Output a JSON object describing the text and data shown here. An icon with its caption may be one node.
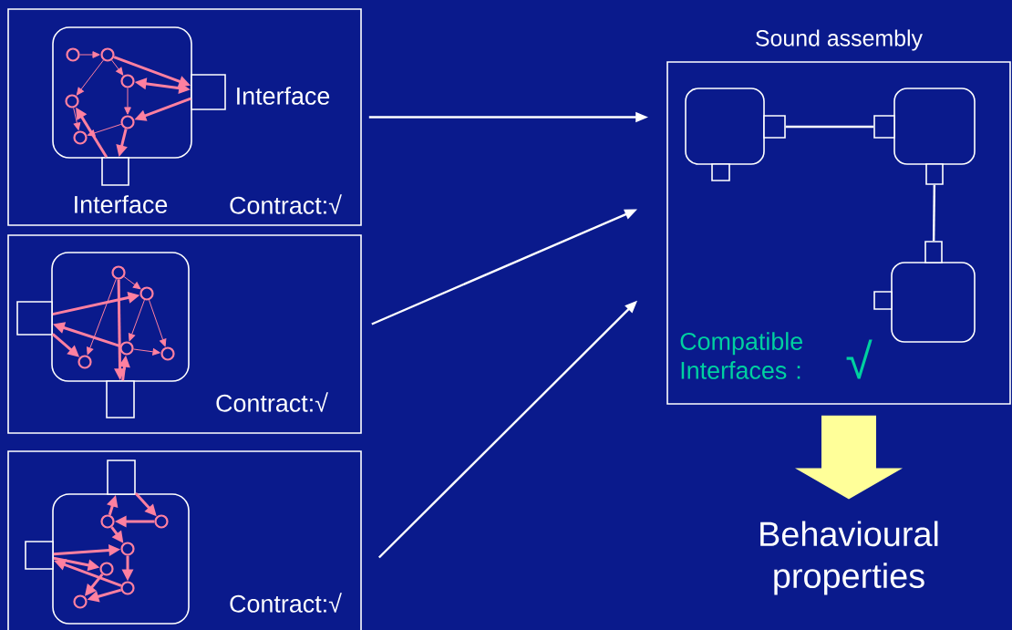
{
  "diagram": {
    "nodes": [
      {
        "text": [
          "Contract:√"
        ]
      },
      {
        "text": [],
        "shape": "box",
        "in": 0
      },
      {
        "text": [],
        "shape": "box",
        "in": 0,
        "beside": [
          "Interface"
        ]
      },
      {
        "text": [],
        "shape": "box",
        "in": 0,
        "beside": [
          "Interface"
        ]
      },
      {
        "text": [],
        "shape": "circle",
        "in": 1
      },
      {
        "text": [],
        "shape": "circle",
        "in": 1
      },
      {
        "text": [],
        "shape": "circle",
        "in": 1
      },
      {
        "text": [],
        "shape": "circle",
        "in": 1
      },
      {
        "text": [],
        "shape": "circle",
        "in": 1
      },
      {
        "text": [],
        "shape": "circle",
        "in": 1
      },
      {
        "text": [
          "Contract:√"
        ]
      },
      {
        "text": [],
        "shape": "box",
        "in": 10
      },
      {
        "text": [],
        "shape": "box",
        "in": 10
      },
      {
        "text": [],
        "shape": "box",
        "in": 10
      },
      {
        "text": [],
        "shape": "circle",
        "in": 11
      },
      {
        "text": [],
        "shape": "circle",
        "in": 11
      },
      {
        "text": [],
        "shape": "circle",
        "in": 11
      },
      {
        "text": [],
        "shape": "circle",
        "in": 11
      },
      {
        "text": [],
        "shape": "circle",
        "in": 11
      },
      {
        "text": [
          "Contract:√"
        ]
      },
      {
        "text": [],
        "shape": "box",
        "in": 19
      },
      {
        "text": [],
        "shape": "box",
        "in": 19
      },
      {
        "text": [],
        "shape": "box",
        "in": 19
      },
      {
        "text": [],
        "shape": "circle",
        "in": 20
      },
      {
        "text": [],
        "shape": "circle",
        "in": 20
      },
      {
        "text": [],
        "shape": "circle",
        "in": 20
      },
      {
        "text": [],
        "shape": "circle",
        "in": 20
      },
      {
        "text": [],
        "shape": "circle",
        "in": 20
      },
      {
        "text": [],
        "shape": "circle",
        "in": 20
      },
      {
        "text": [
          "Sound assembly",
          "Compatible Interfaces :",
          "√"
        ]
      },
      {
        "text": [],
        "shape": "box",
        "in": 29
      },
      {
        "text": [],
        "shape": "box",
        "in": 29
      },
      {
        "text": [],
        "shape": "box",
        "in": 29
      },
      {
        "text": [],
        "shape": "box",
        "in": 29
      },
      {
        "text": [],
        "shape": "box",
        "in": 29
      },
      {
        "text": [],
        "shape": "box",
        "in": 29
      },
      {
        "text": [],
        "shape": "box",
        "in": 29
      },
      {
        "text": [],
        "shape": "box",
        "in": 29
      },
      {
        "text": [],
        "shape": "box",
        "in": 29
      },
      {
        "text": [
          "Behavioural properties"
        ]
      }
    ],
    "edges": [
      {
        "from": 4,
        "to": 5,
        "arrow": "to"
      },
      {
        "from": 5,
        "to": 7,
        "arrow": "to"
      },
      {
        "from": 5,
        "to": 6,
        "arrow": "to"
      },
      {
        "from": 5,
        "to": 2,
        "arrow": "to"
      },
      {
        "from": 2,
        "to": 6,
        "arrow": "both"
      },
      {
        "from": 2,
        "to": 8,
        "arrow": "to"
      },
      {
        "from": 6,
        "to": 8,
        "arrow": "to"
      },
      {
        "from": 7,
        "to": 9,
        "arrow": "to"
      },
      {
        "from": 8,
        "to": 9,
        "arrow": "to"
      },
      {
        "from": 8,
        "to": 3,
        "arrow": "to"
      },
      {
        "from": 3,
        "to": 7,
        "arrow": "to"
      },
      {
        "from": 14,
        "to": 15,
        "arrow": "to"
      },
      {
        "from": 14,
        "to": 18,
        "arrow": "to"
      },
      {
        "from": 14,
        "to": 13,
        "arrow": "to"
      },
      {
        "from": 15,
        "to": 16,
        "arrow": "to"
      },
      {
        "from": 15,
        "to": 17,
        "arrow": "to"
      },
      {
        "from": 12,
        "to": 15,
        "arrow": "to"
      },
      {
        "from": 16,
        "to": 12,
        "arrow": "to"
      },
      {
        "from": 12,
        "to": 18,
        "arrow": "to"
      },
      {
        "from": 16,
        "to": 17,
        "arrow": "to"
      },
      {
        "from": 13,
        "to": 16,
        "arrow": "to"
      },
      {
        "from": 21,
        "to": 24,
        "arrow": "to"
      },
      {
        "from": 24,
        "to": 23,
        "arrow": "to"
      },
      {
        "from": 23,
        "to": 21,
        "arrow": "to"
      },
      {
        "from": 23,
        "to": 25,
        "arrow": "to"
      },
      {
        "from": 25,
        "to": 27,
        "arrow": "to"
      },
      {
        "from": 22,
        "to": 25,
        "arrow": "to"
      },
      {
        "from": 22,
        "to": 26,
        "arrow": "to"
      },
      {
        "from": 27,
        "to": 22,
        "arrow": "to"
      },
      {
        "from": 26,
        "to": 28,
        "arrow": "to"
      },
      {
        "from": 27,
        "to": 28,
        "arrow": "to"
      },
      {
        "from": 31,
        "to": 34,
        "arrow": "none",
        "color": "#ffffff"
      },
      {
        "from": 35,
        "to": 37,
        "arrow": "none",
        "color": "#ffffff"
      },
      {
        "from": 0,
        "to": 29,
        "arrow": "to",
        "color": "#ffffff"
      },
      {
        "from": 10,
        "to": 29,
        "arrow": "to",
        "color": "#ffffff"
      },
      {
        "from": 19,
        "to": 29,
        "arrow": "to",
        "color": "#ffffff"
      },
      {
        "from": 29,
        "to": 39,
        "arrow": "to",
        "style": "thick",
        "color": "#ffff99"
      }
    ]
  }
}
